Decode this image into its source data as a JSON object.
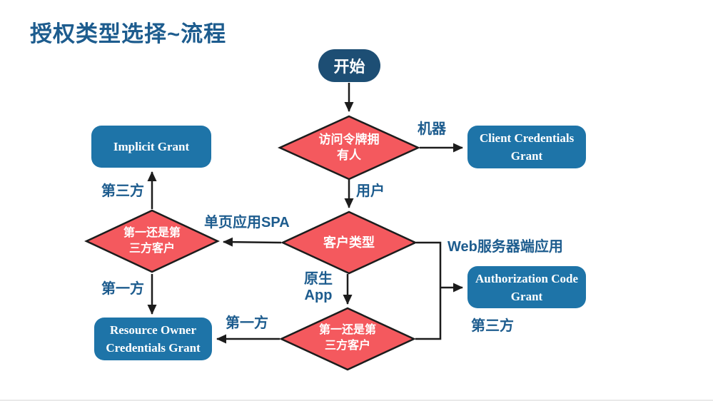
{
  "slide": {
    "title": "授权类型选择~流程"
  },
  "flowchart": {
    "start": {
      "label": "开始"
    },
    "decisions": {
      "token_owner": {
        "label": "访问令牌拥\n有人"
      },
      "client_type": {
        "label": "客户类型"
      },
      "first_or_third_spa": {
        "label": "第一还是第\n三方客户"
      },
      "first_or_third_native": {
        "label": "第一还是第\n三方客户"
      }
    },
    "grants": {
      "implicit": {
        "label": "Implicit Grant"
      },
      "client_credentials": {
        "label": "Client Credentials\nGrant"
      },
      "authorization_code": {
        "label": "Authorization Code\nGrant"
      },
      "resource_owner": {
        "label": "Resource Owner\nCredentials Grant"
      }
    },
    "edge_labels": {
      "machine": "机器",
      "user": "用户",
      "spa": "单页应用SPA",
      "web_server": "Web服务器端应用",
      "native_app": "原生\nApp",
      "third_party_top": "第三方",
      "first_party_left": "第一方",
      "first_party_bottom": "第一方",
      "third_party_bottom": "第三方"
    },
    "colors": {
      "title_and_labels": "#1d5c8e",
      "start_node": "#1d4e74",
      "grant_box": "#1e74a8",
      "decision_diamond": "#f4595e",
      "connector": "#1c1c1c",
      "node_text": "#ffffff"
    }
  }
}
